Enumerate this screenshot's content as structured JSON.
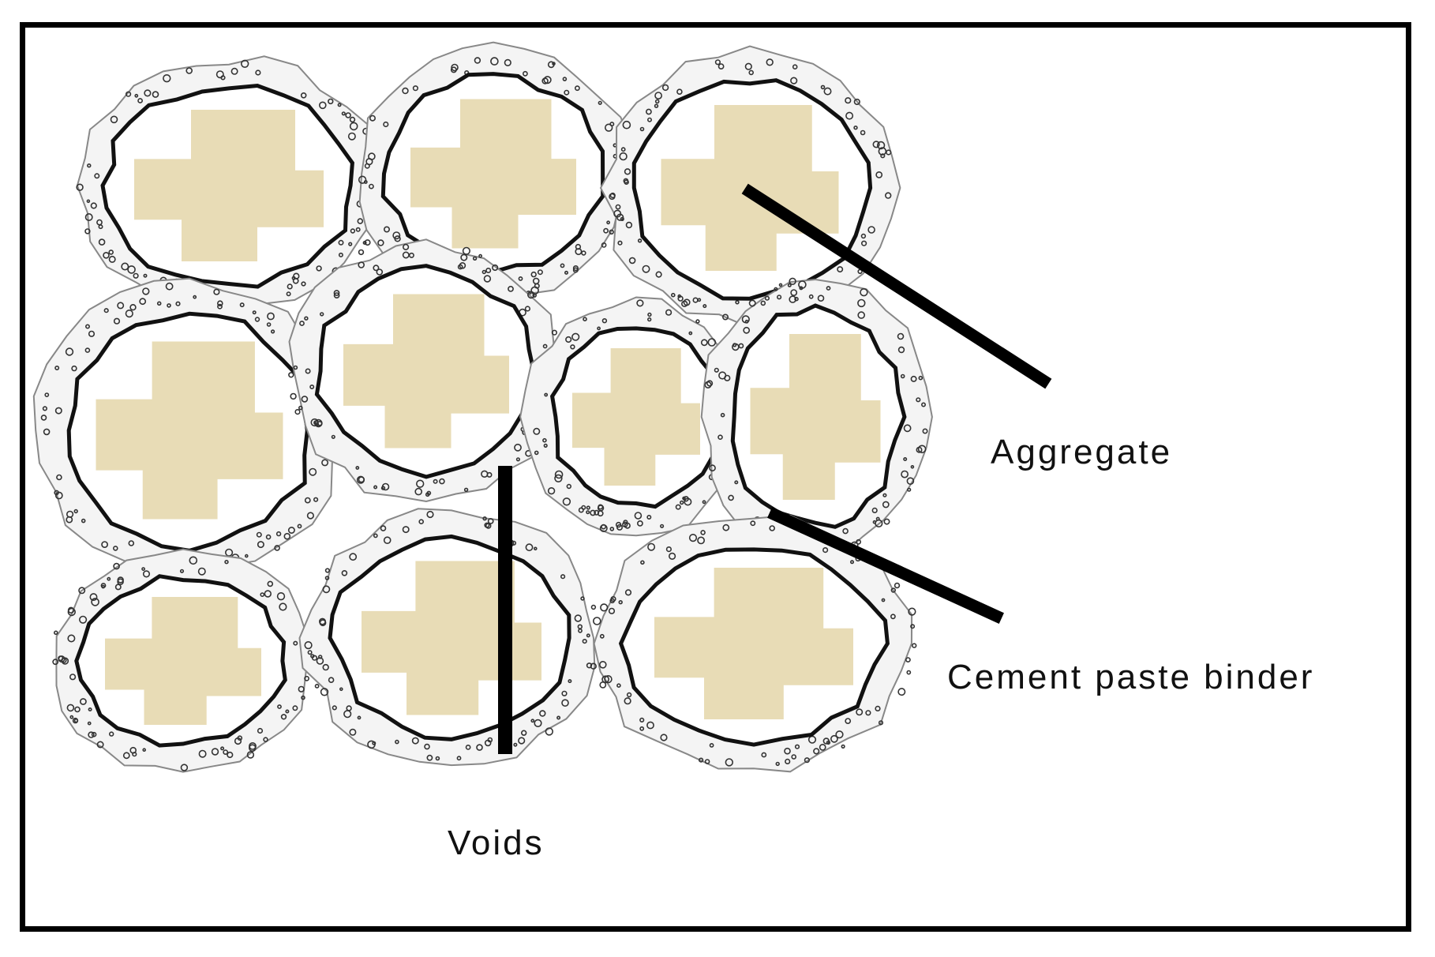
{
  "labels": {
    "aggregate": "Aggregate",
    "cement_paste_binder": "Cement paste binder",
    "voids": "Voids"
  },
  "colors": {
    "aggregate_fill": "#e8dcb6",
    "paste_outline": "#333333",
    "leader_line": "#000000",
    "frame_border": "#000000"
  }
}
